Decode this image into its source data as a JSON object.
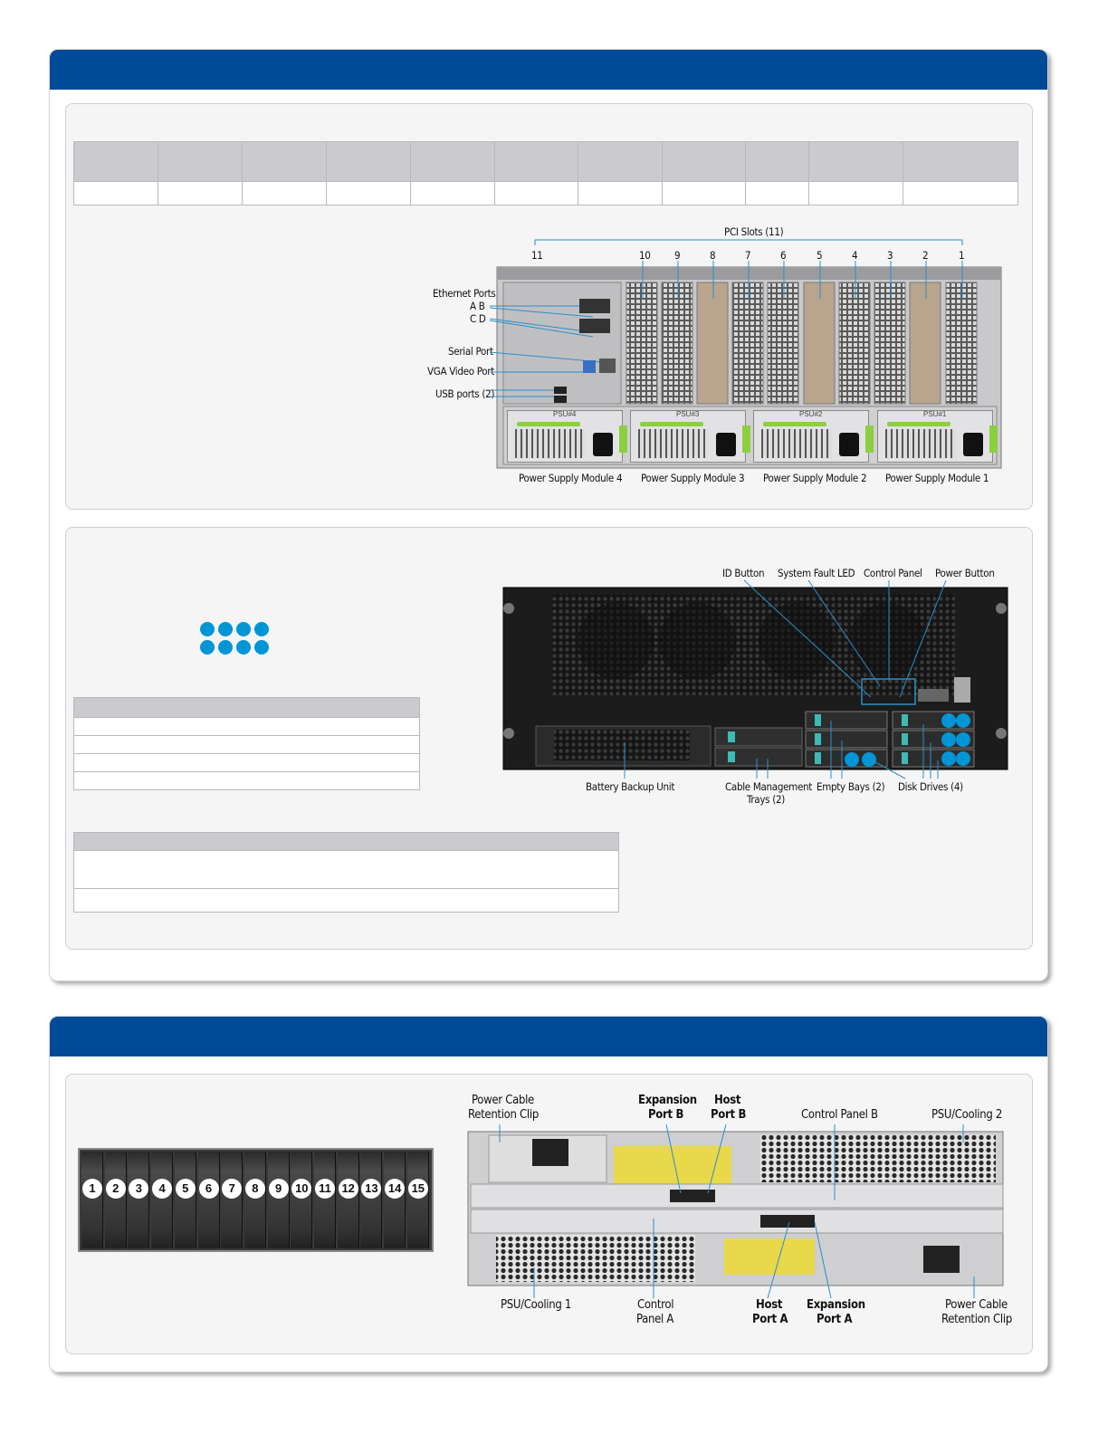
{
  "server": {
    "pci_slots_title": "PCI Slots (11)",
    "slot_numbers": [
      "11",
      "10",
      "9",
      "8",
      "7",
      "6",
      "5",
      "4",
      "3",
      "2",
      "1"
    ],
    "rear_labels": {
      "ethernet_ports": "Ethernet Ports",
      "ethernet_ab": "A  B",
      "ethernet_cd": "C  D",
      "serial_port": "Serial Port",
      "vga_port": "VGA Video Port",
      "usb_ports": "USB ports (2)"
    },
    "psu_tags": [
      "PSU#4",
      "PSU#3",
      "PSU#2",
      "PSU#1"
    ],
    "power_supply_labels": [
      "Power Supply Module 4",
      "Power Supply Module 3",
      "Power Supply Module 2",
      "Power Supply Module 1"
    ],
    "front_labels": {
      "id_button": "ID Button",
      "system_fault_led": "System Fault LED",
      "control_panel": "Control Panel",
      "power_button": "Power Button",
      "battery_backup": "Battery Backup Unit",
      "cable_mgmt_1": "Cable Management",
      "cable_mgmt_2": "Trays (2)",
      "empty_bays": "Empty Bays (2)",
      "disk_drives": "Disk Drives (4)"
    }
  },
  "enclosure": {
    "drive_numbers": [
      "1",
      "2",
      "3",
      "4",
      "5",
      "6",
      "7",
      "8",
      "9",
      "10",
      "11",
      "12",
      "13",
      "14",
      "15"
    ],
    "rear_labels": {
      "power_clip_top_1": "Power Cable",
      "power_clip_top_2": "Retention Clip",
      "expansion_b_1": "Expansion",
      "expansion_b_2": "Port B",
      "host_b_1": "Host",
      "host_b_2": "Port B",
      "control_panel_b": "Control Panel B",
      "psu_cooling_2": "PSU/Cooling 2",
      "psu_cooling_1": "PSU/Cooling 1",
      "control_a_1": "Control",
      "control_a_2": "Panel A",
      "host_a_1": "Host",
      "host_a_2": "Port A",
      "expansion_a_1": "Expansion",
      "expansion_a_2": "Port A",
      "power_clip_bot_1": "Power Cable",
      "power_clip_bot_2": "Retention Clip"
    }
  },
  "colors": {
    "header_blue": "#004a98",
    "accent_cyan": "#0096d6",
    "psu_green": "#8ccf3f",
    "warning_yellow": "#e8d84a"
  }
}
